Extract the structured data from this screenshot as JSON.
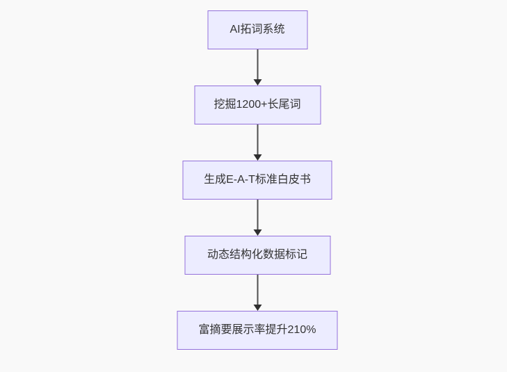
{
  "diagram": {
    "type": "flowchart-top-down",
    "nodes": [
      {
        "label": "AI拓词系统"
      },
      {
        "label": "挖掘1200+长尾词"
      },
      {
        "label": "生成E-A-T标准白皮书"
      },
      {
        "label": "动态结构化数据标记"
      },
      {
        "label": "富摘要展示率提升210%"
      }
    ],
    "edges": [
      {
        "from": 0,
        "to": 1
      },
      {
        "from": 1,
        "to": 2
      },
      {
        "from": 2,
        "to": 3
      },
      {
        "from": 3,
        "to": 4
      }
    ],
    "colors": {
      "background": "#f9f9f9",
      "node_fill": "#ececff",
      "node_border": "#9370db",
      "text": "#333333",
      "edge_line": "#4e4e4e",
      "edge_arrow": "#2f2f2f"
    }
  }
}
